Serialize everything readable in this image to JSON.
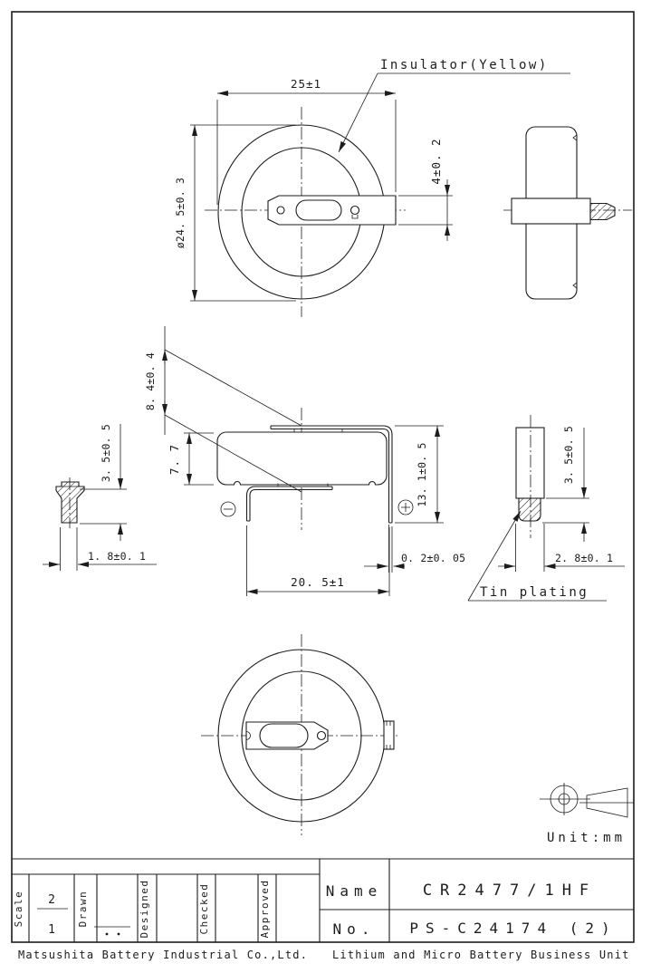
{
  "labels": {
    "insulator": "Insulator(Yellow)",
    "tin_plating": "Tin plating",
    "unit": "Unit:mm"
  },
  "symbols": {
    "polarity_negative": "minus-in-circle",
    "polarity_positive": "plus-in-circle",
    "projection": "third-angle-projection"
  },
  "dimensions": {
    "overall_width": "25±1",
    "cell_diameter": "ø24. 5±0. 3",
    "tab_width": "4±0. 2",
    "plate_offset": "8. 4±0. 4",
    "body_height": "7. 7",
    "overall_height": "13. 1±0. 5",
    "pin_pitch": "20. 5±1",
    "terminal_thickness": "0. 2±0. 05",
    "neg_pin_plated_length": "3. 5±0. 5",
    "neg_pin_diameter": "1. 8±0. 1",
    "pos_pin_plated_length": "3. 5±0. 5",
    "pos_pin_diameter": "2. 8±0. 1"
  },
  "title_block": {
    "scale_label": "Scale",
    "scale_numerator": "2",
    "scale_denominator": "1",
    "drawn_label": "Drawn",
    "designed_label": "Designed",
    "checked_label": "Checked",
    "approved_label": "Approved",
    "name_label": "Name",
    "name_value": "CR2477/1HF",
    "no_label": "No.",
    "no_value": "PS-C24174 (2)"
  },
  "footer": {
    "company": "Matsushita Battery Industrial Co.,Ltd.",
    "business_unit": "Lithium and Micro Battery Business Unit"
  },
  "colors": {
    "line": "#1c1c1c",
    "background": "#ffffff"
  }
}
